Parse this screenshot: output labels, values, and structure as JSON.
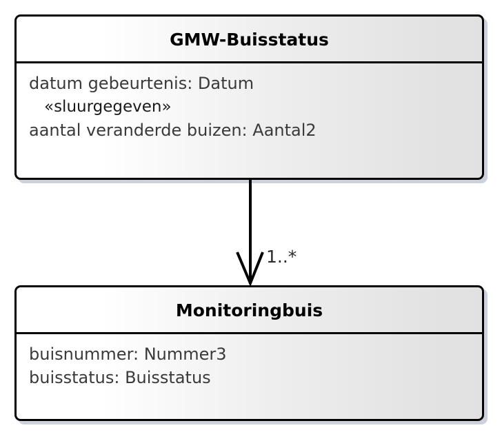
{
  "diagram": {
    "type": "uml-class-diagram",
    "background_color": "#ffffff",
    "border_color": "#000000",
    "shadow_color": "#bbc1d0",
    "text_color": "#3a3a3a",
    "title_color": "#000000",
    "classes": [
      {
        "id": "gmw-buisstatus",
        "name": "GMW-Buisstatus",
        "attributes": [
          {
            "text": "datum gebeurtenis: Datum",
            "stereotype": false
          },
          {
            "text": "«sluurgegeven»",
            "stereotype": true
          },
          {
            "text": "aantal veranderde buizen: Aantal2",
            "stereotype": false
          }
        ]
      },
      {
        "id": "monitoringbuis",
        "name": "Monitoringbuis",
        "attributes": [
          {
            "text": "buisnummer: Nummer3",
            "stereotype": false
          },
          {
            "text": "buisstatus: Buisstatus",
            "stereotype": false
          }
        ]
      }
    ],
    "association": {
      "from": "GMW-Buisstatus",
      "to": "Monitoringbuis",
      "multiplicity": "1..*",
      "arrow_style": "open-arrowhead",
      "direction": "down"
    }
  }
}
